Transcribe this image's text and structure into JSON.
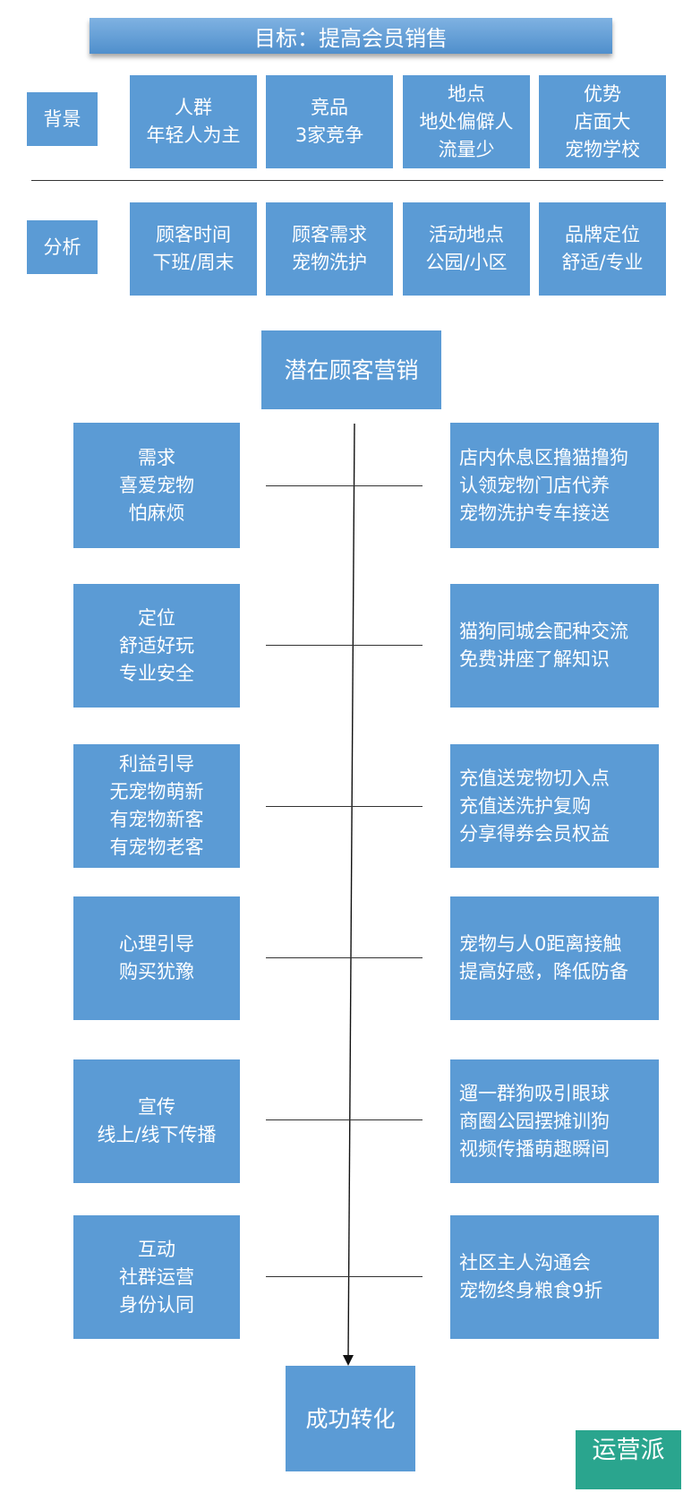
{
  "title": "目标：提高会员销售",
  "background": {
    "label": "背景",
    "cells": [
      [
        "人群",
        "年轻人为主"
      ],
      [
        "竞品",
        "3家竞争"
      ],
      [
        "地点",
        "地处偏僻人",
        "流量少"
      ],
      [
        "优势",
        "店面大",
        "宠物学校"
      ]
    ]
  },
  "analysis": {
    "label": "分析",
    "cells": [
      [
        "顾客时间",
        "下班/周末"
      ],
      [
        "顾客需求",
        "宠物洗护"
      ],
      [
        "活动地点",
        "公园/小区"
      ],
      [
        "品牌定位",
        "舒适/专业"
      ]
    ]
  },
  "start_node": "潜在顾客营销",
  "rows": [
    {
      "left": [
        "需求",
        "喜爱宠物",
        "怕麻烦"
      ],
      "right": [
        "店内休息区撸猫撸狗",
        "认领宠物门店代养",
        "宠物洗护专车接送"
      ]
    },
    {
      "left": [
        "定位",
        "舒适好玩",
        "专业安全"
      ],
      "right": [
        "猫狗同城会配种交流",
        "免费讲座了解知识"
      ]
    },
    {
      "left": [
        "利益引导",
        "无宠物萌新",
        "有宠物新客",
        "有宠物老客"
      ],
      "right": [
        "充值送宠物切入点",
        "充值送洗护复购",
        "分享得券会员权益"
      ]
    },
    {
      "left": [
        "心理引导",
        "购买犹豫"
      ],
      "right": [
        "宠物与人0距离接触",
        "提高好感，降低防备"
      ]
    },
    {
      "left": [
        "宣传",
        "线上/线下传播"
      ],
      "right": [
        "遛一群狗吸引眼球",
        "商圈公园摆摊训狗",
        "视频传播萌趣瞬间"
      ]
    },
    {
      "left": [
        "互动",
        "社群运营",
        "身份认同"
      ],
      "right": [
        "社区主人沟通会",
        "宠物终身粮食9折"
      ]
    }
  ],
  "end_node": "成功转化",
  "watermark": {
    "line1": "运营派"
  }
}
